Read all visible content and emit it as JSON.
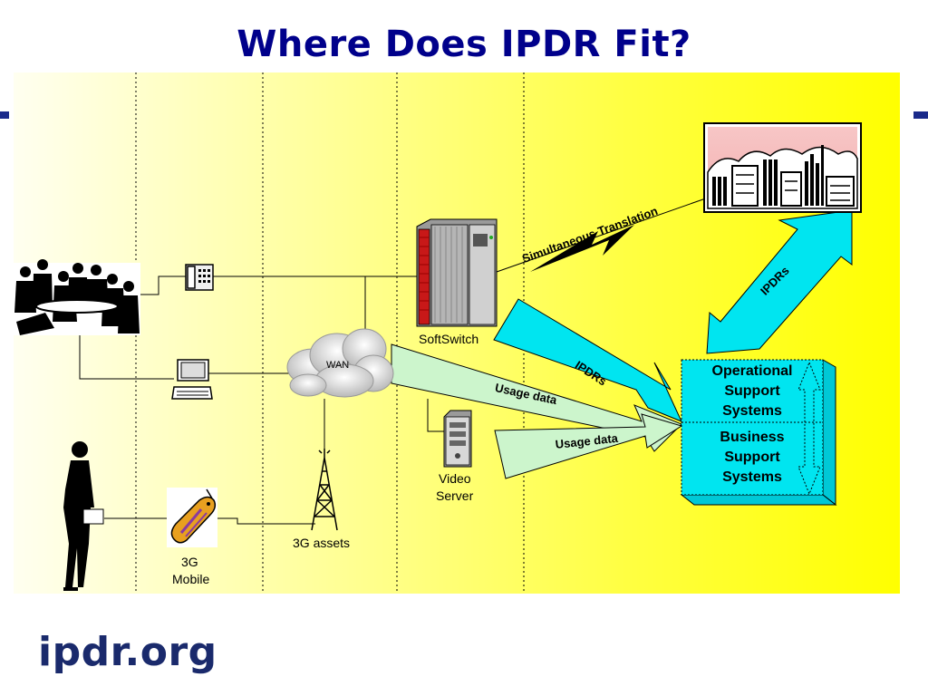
{
  "title": "Where Does IPDR Fit?",
  "labels": {
    "softswitch": "SoftSwitch",
    "wan": "WAN",
    "video_server_line1": "Video",
    "video_server_line2": "Server",
    "assets_3g": "3G assets",
    "mobile_line1": "3G",
    "mobile_line2": "Mobile",
    "simultaneous_translation": "Simultaneous Translation",
    "ipdrs_top": "IPDRs",
    "ipdrs_mid": "IPDRs",
    "usage_data_1": "Usage data",
    "usage_data_2": "Usage data"
  },
  "systems": {
    "oss_line1": "Operational",
    "oss_line2": "Support",
    "oss_line3": "Systems",
    "bss_line1": "Business",
    "bss_line2": "Support",
    "bss_line3": "Systems"
  },
  "logo_text": "ipdr.org",
  "colors": {
    "title": "#00008b",
    "arrow_cyan": "#00e5f0",
    "arrow_pale_green": "#ccf5cc",
    "background_yellow": "#ffff00",
    "logo": "#1a2a6c"
  }
}
